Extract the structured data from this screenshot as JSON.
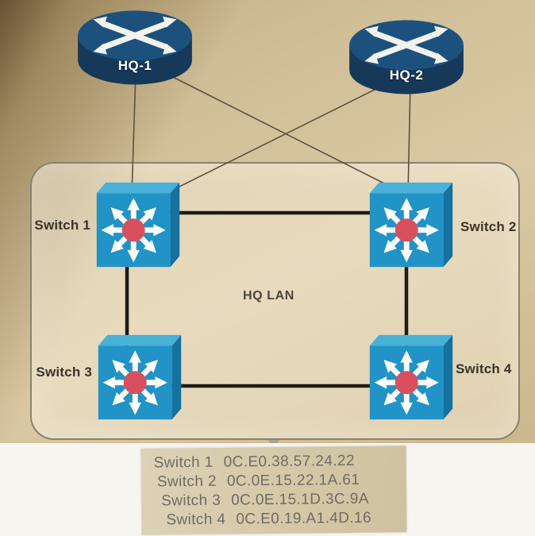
{
  "diagram": {
    "lan_label": "HQ LAN",
    "routers": [
      {
        "name": "HQ-1"
      },
      {
        "name": "HQ-2"
      }
    ],
    "switches": [
      {
        "name": "Switch 1"
      },
      {
        "name": "Switch 2"
      },
      {
        "name": "Switch 3"
      },
      {
        "name": "Switch 4"
      }
    ],
    "links": [
      "HQ-1 to Switch 1",
      "HQ-1 to Switch 2",
      "HQ-2 to Switch 1",
      "HQ-2 to Switch 2",
      "Switch 1 to Switch 2",
      "Switch 1 to Switch 3",
      "Switch 2 to Switch 4",
      "Switch 3 to Switch 4"
    ]
  },
  "mac_table": {
    "rows": [
      {
        "device": "Switch 1",
        "mac": "0C.E0.38.57.24.22"
      },
      {
        "device": "Switch 2",
        "mac": "0C.0E.15.22.1A.61"
      },
      {
        "device": "Switch 3",
        "mac": "0C.0E.15.1D.3C.9A"
      },
      {
        "device": "Switch 4",
        "mac": "0C.E0.19.A1.4D.16"
      }
    ]
  },
  "icons": {
    "router": "cisco-router-icon",
    "switch": "cisco-multilayer-switch-icon"
  },
  "colors": {
    "router_top": "#1d517d",
    "router_body": "#16395a",
    "switch_front": "#2193c6",
    "switch_top": "#49b0d8",
    "switch_side": "#15719e",
    "switch_hub": "#d8505e",
    "link_thick": "#1c1b18",
    "link_thin": "#5c5140",
    "background_tan": "#d5c49e",
    "lan_border": "#8a8270",
    "mac_text": "#6e6c63",
    "label_text": "#38342c"
  }
}
